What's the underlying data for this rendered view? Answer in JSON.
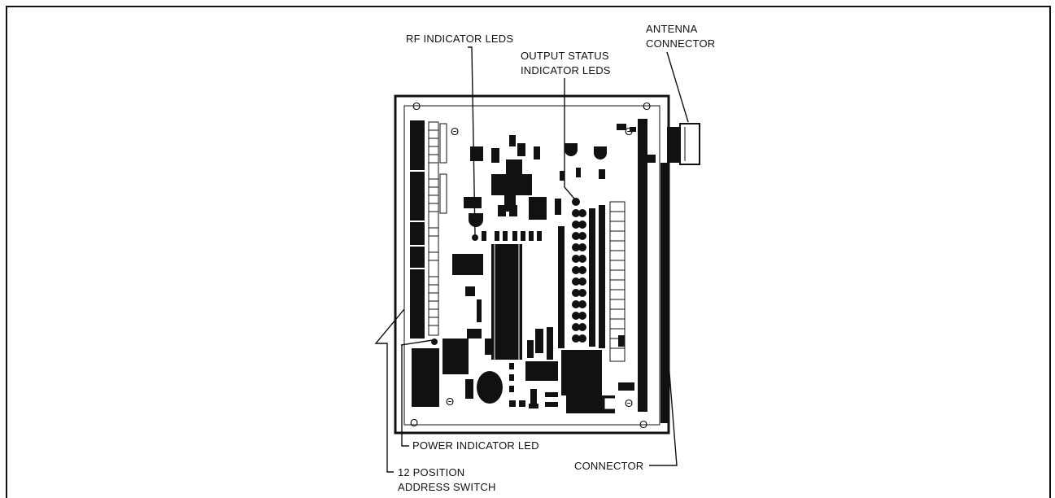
{
  "labels": {
    "rf_indicator_leds": "RF INDICATOR LEDS",
    "antenna_connector_1": "ANTENNA",
    "antenna_connector_2": "CONNECTOR",
    "output_status_1": "OUTPUT STATUS",
    "output_status_2": "INDICATOR LEDS",
    "power_indicator_led": "POWER INDICATOR LED",
    "connector": "CONNECTOR",
    "address_switch_1": "12 POSITION",
    "address_switch_2": "ADDRESS SWITCH"
  },
  "board_marks": {
    "mount_hole": "O",
    "screw": "Θ"
  },
  "colors": {
    "ink": "#111111",
    "paper": "#ffffff"
  }
}
